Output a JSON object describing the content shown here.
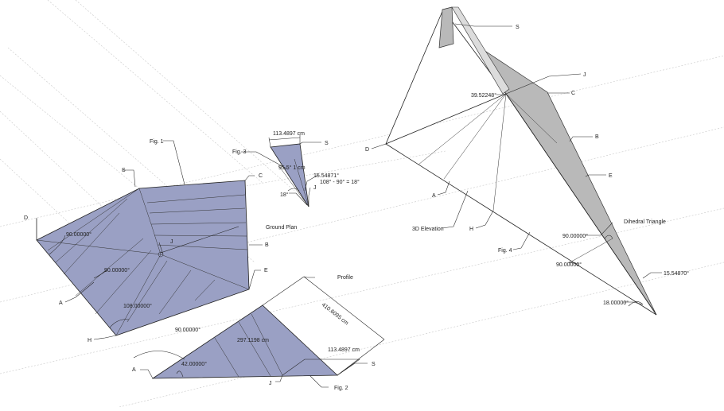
{
  "labels": {
    "fig1": "Fig. 1",
    "fig2": "Fig. 2",
    "fig3": "Fig. 3",
    "fig4": "Fig. 4",
    "ground_plan": "Ground Plan",
    "profile": "Profile",
    "elevation_3d": "3D Elevation",
    "dihedral_triangle": "Dihedral Triangle"
  },
  "points": {
    "s": "S",
    "d": "D",
    "c": "C",
    "b": "B",
    "e": "E",
    "a": "A",
    "h": "H",
    "j": "J"
  },
  "dimensions": {
    "fig3_width": "113.4897 cm",
    "profile_height": "410.6095 cm",
    "profile_diagonal": "297.1198 cm",
    "profile_base": "113.4897 cm"
  },
  "angles": {
    "plan_d": "90.00000°",
    "plan_a": "90.00000°",
    "plan_h": "108.00000°",
    "profile_top": "90.00000°",
    "profile_a": "42.00000°",
    "fig3_a": "15.54871°",
    "fig3_b": "108° - 90° = 18°",
    "fig3_c": "18°",
    "fig3_overlap": "95.5° 1 cm",
    "elev_j": "39.52248°",
    "elev_right": "90.00000°",
    "elev_bottom": "90.00000°",
    "elev_tip_a": "15.54870°",
    "elev_tip_b": "18.00000°"
  }
}
